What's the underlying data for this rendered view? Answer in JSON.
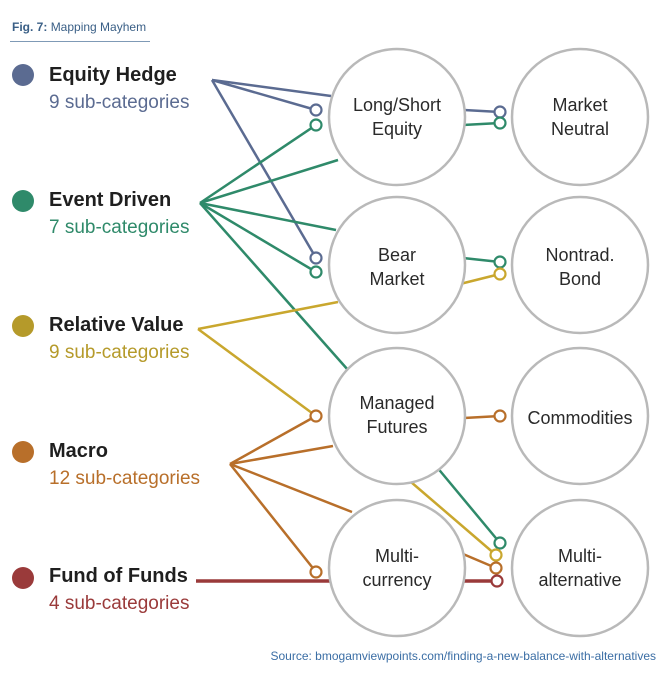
{
  "figure": {
    "number": "Fig. 7:",
    "title": "Mapping Mayhem"
  },
  "categories": [
    {
      "name": "Equity Hedge",
      "sub": "9 sub-categories",
      "color": "#5b6b91"
    },
    {
      "name": "Event Driven",
      "sub": "7 sub-categories",
      "color": "#2f8a6a"
    },
    {
      "name": "Relative Value",
      "sub": "9 sub-categories",
      "color": "#b59a2a"
    },
    {
      "name": "Macro",
      "sub": "12 sub-categories",
      "color": "#b86f2a"
    },
    {
      "name": "Fund of Funds",
      "sub": "4 sub-categories",
      "color": "#9a3a3a"
    }
  ],
  "nodes": {
    "longshort": {
      "line1": "Long/Short",
      "line2": "Equity"
    },
    "bear": {
      "line1": "Bear",
      "line2": "Market"
    },
    "managed": {
      "line1": "Managed",
      "line2": "Futures"
    },
    "multicurrency": {
      "line1": "Multi-",
      "line2": "currency"
    },
    "marketneutral": {
      "line1": "Market",
      "line2": "Neutral"
    },
    "nontrad": {
      "line1": "Nontrad.",
      "line2": "Bond"
    },
    "commodities": {
      "line1": "Commodities",
      "line2": ""
    },
    "multialt": {
      "line1": "Multi-",
      "line2": "alternative"
    }
  },
  "connections": [
    {
      "from": "Equity Hedge",
      "to": [
        "Long/Short Equity",
        "Bear Market",
        "Market Neutral"
      ]
    },
    {
      "from": "Event Driven",
      "to": [
        "Long/Short Equity",
        "Bear Market",
        "Managed Futures",
        "Market Neutral",
        "Nontrad. Bond",
        "Multi-alternative"
      ]
    },
    {
      "from": "Relative Value",
      "to": [
        "Bear Market",
        "Managed Futures",
        "Nontrad. Bond",
        "Multi-alternative"
      ]
    },
    {
      "from": "Macro",
      "to": [
        "Managed Futures",
        "Multi-currency",
        "Commodities",
        "Multi-alternative"
      ]
    },
    {
      "from": "Fund of Funds",
      "to": [
        "Multi-alternative"
      ]
    }
  ],
  "source": "Source: bmogamviewpoints.com/finding-a-new-balance-with-alternatives"
}
